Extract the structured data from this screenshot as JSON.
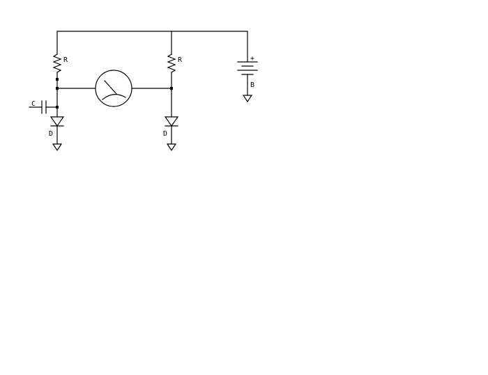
{
  "diagram": {
    "type": "circuit-schematic",
    "colors": {
      "background": "#ffffff",
      "ink": "#000000"
    },
    "labels": {
      "resistor_left": "R",
      "resistor_right": "R",
      "capacitor": "C",
      "diode_left": "D",
      "diode_right": "D",
      "battery": "B",
      "battery_polarity": "+"
    },
    "components": [
      {
        "id": "resistor-left",
        "kind": "resistor",
        "label": "R"
      },
      {
        "id": "resistor-right",
        "kind": "resistor",
        "label": "R"
      },
      {
        "id": "capacitor",
        "kind": "capacitor",
        "label": "C"
      },
      {
        "id": "diode-left",
        "kind": "diode",
        "label": "D"
      },
      {
        "id": "diode-right",
        "kind": "diode",
        "label": "D"
      },
      {
        "id": "meter",
        "kind": "galvanometer",
        "label": ""
      },
      {
        "id": "battery",
        "kind": "battery",
        "label": "B"
      },
      {
        "id": "ground-left",
        "kind": "ground",
        "label": ""
      },
      {
        "id": "ground-right",
        "kind": "ground",
        "label": ""
      },
      {
        "id": "ground-battery",
        "kind": "ground",
        "label": ""
      }
    ]
  }
}
